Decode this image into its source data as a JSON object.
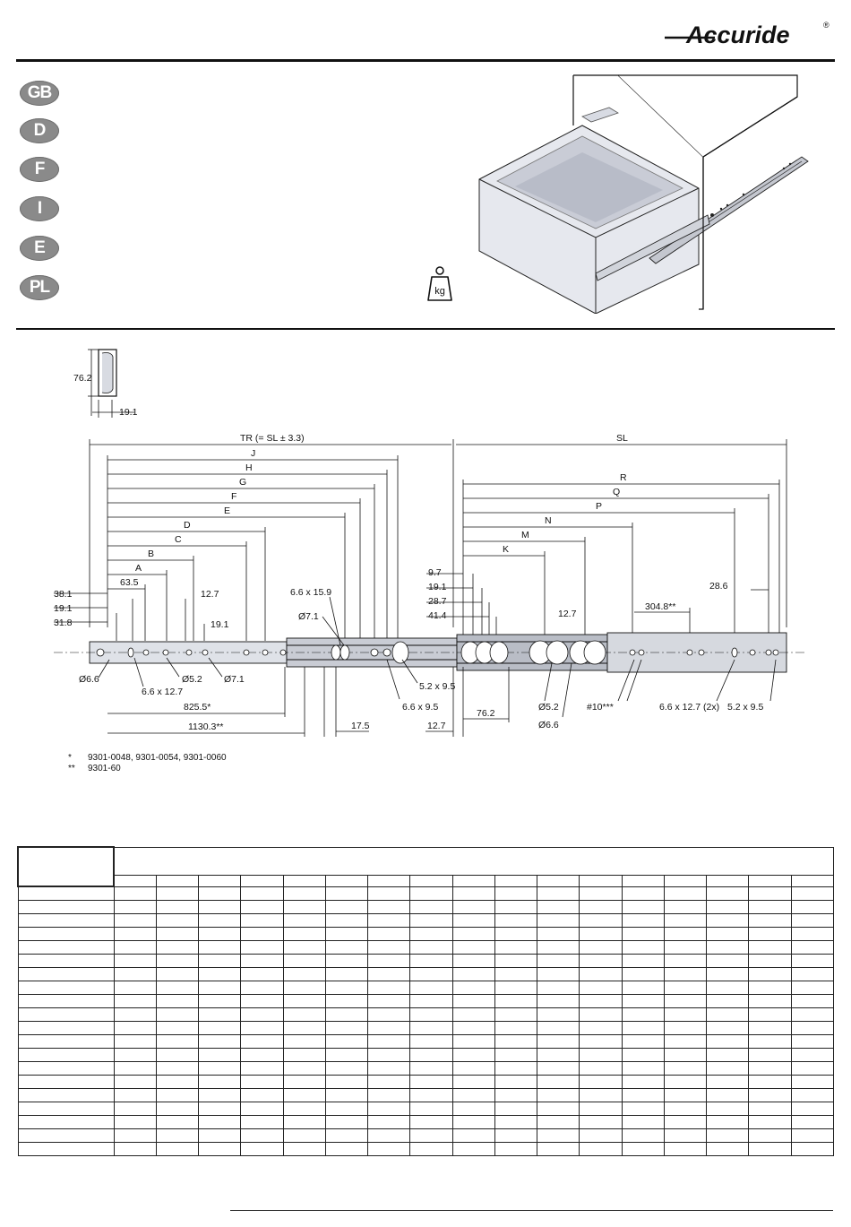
{
  "header": {
    "brand": "Accuride",
    "brand_mark": "®"
  },
  "languages": [
    "GB",
    "D",
    "F",
    "I",
    "E",
    "PL"
  ],
  "weight_icon": {
    "label": "kg",
    "icon": "weight-icon"
  },
  "profile": {
    "height": "76.2",
    "width": "19.1"
  },
  "drawing": {
    "tr": "TR (= SL ± 3.3)",
    "sl": "SL",
    "left_letters": [
      "J",
      "H",
      "G",
      "F",
      "E",
      "D",
      "C",
      "B",
      "A"
    ],
    "right_letters": [
      "R",
      "Q",
      "P",
      "N",
      "M",
      "K"
    ],
    "left_dims": [
      "63.5",
      "12.7",
      "38.1",
      "19.1",
      "31.8",
      "19.1"
    ],
    "right_dims": [
      "9.7",
      "19.1",
      "28.7",
      "41.4",
      "12.7",
      "304.8**",
      "28.6"
    ],
    "callouts_top": [
      "6.6 x 15.9",
      "Ø7.1"
    ],
    "callouts_bottom": [
      "Ø6.6",
      "6.6 x 12.7",
      "Ø5.2",
      "Ø7.1",
      "5.2 x 9.5",
      "6.6 x 9.5",
      "Ø5.2",
      "Ø6.6",
      "#10***",
      "6.6 x 12.7 (2x)",
      "5.2 x 9.5"
    ],
    "bottom_dims": [
      "825.5*",
      "1130.3**",
      "17.5",
      "12.7",
      "76.2"
    ]
  },
  "notes": [
    {
      "mark": "*",
      "text": "9301-0048, 9301-0054, 9301-0060"
    },
    {
      "mark": "**",
      "text": "9301-60"
    }
  ],
  "table": {
    "columns": 17,
    "rows": 20
  }
}
